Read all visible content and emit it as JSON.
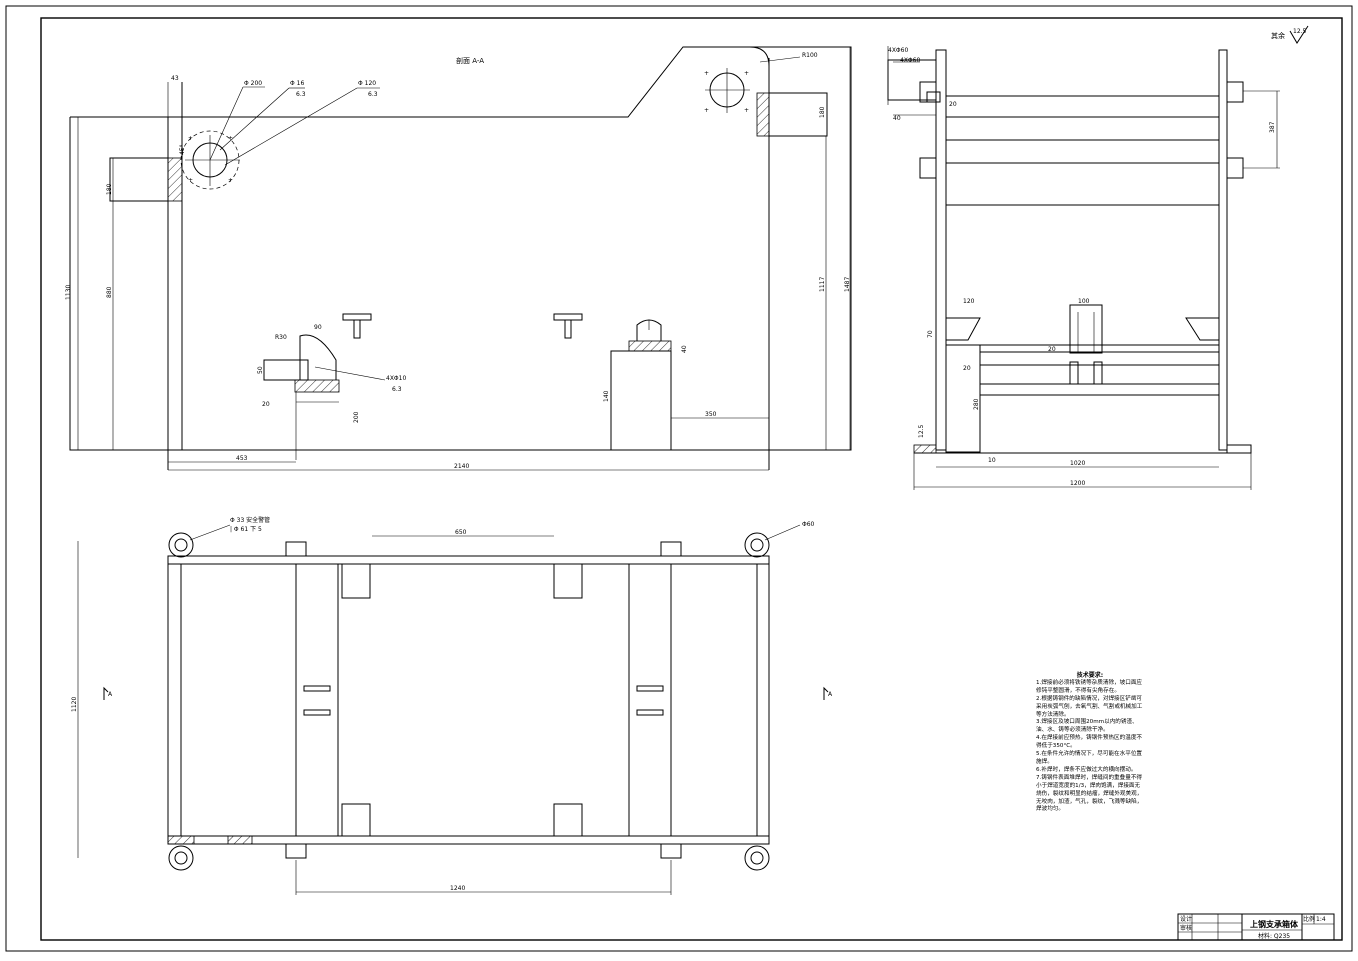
{
  "section_title": "剖面 A-A",
  "roughness_other": "其余",
  "roughness_value": "12.5",
  "front_view": {
    "dims": {
      "d43": "43",
      "d200": "Φ 200",
      "d16": "Φ 16",
      "d120": "Φ 120",
      "r100": "R100",
      "d180r": "180",
      "d180l": "180",
      "d880": "880",
      "d1130": "1130",
      "d1117": "1117",
      "d1487": "1487",
      "r30": "R30",
      "d90": "90",
      "d50": "50",
      "d20": "20",
      "d4x10": "4XΦ10",
      "d200b": "200",
      "d140": "140",
      "d40": "40",
      "d350": "350",
      "d453": "453",
      "d2140": "2140",
      "d45deg": "45°",
      "tol1": "6.3",
      "tol2": "6.3",
      "tol3": "6.3"
    }
  },
  "side_view": {
    "dims": {
      "d4x60a": "4XΦ60",
      "d4x60b": "4XΦ60",
      "d20a": "20",
      "d40": "40",
      "d387": "387",
      "d120": "120",
      "d100": "100",
      "d70": "70",
      "d20b": "20",
      "d20c": "20",
      "d280": "280",
      "d10": "10",
      "d1020": "1020",
      "d1200": "1200",
      "d12": "12.5"
    }
  },
  "top_view": {
    "dims": {
      "pipe1": "Φ 33 安全警管",
      "pipe2": "| Φ 61 下 5",
      "d650": "650",
      "d60": "Φ60",
      "d1120": "1120",
      "d1240": "1240",
      "sec_a_left": "A",
      "sec_a_right": "A"
    }
  },
  "tech_notes": {
    "title": "技术要求:",
    "lines": [
      "1.焊接前必须将铁锈等杂质清除，坡口面应修钝平整圆滑，不得有尖角存在。",
      "2.根据铸钢件的缺陷情况，对焊接区铲凿可采用炭弧气刨，去氧气割、气割或机械加工等方法清除。",
      "3.焊接区及坡口周围20mm以内的锈渣、油、水、铸等必须清除干净。",
      "4.在焊接前应预热，铸钢件预热区的温度不得低于350°C。",
      "5.在条件允许的情况下，尽可能在水平位置施焊。",
      "6.补焊时，焊条不应做过大的横向摆动。",
      "7.铸钢件表面堆焊时，焊缝间的重叠量不得小于焊道宽度的1/3，焊肉饱满，焊接面无烧伤，裂纹和明显的结瘤，焊缝外观美观，无咬肉，加渣，气孔，裂纹，飞溅等缺陷，焊波均匀。"
    ]
  },
  "title_block": {
    "label_design": "设计",
    "label_check": "审核",
    "part_name": "上钢支承箱体",
    "material": "材料: Q235",
    "scale_label": "比例",
    "scale_value": "1:4"
  }
}
